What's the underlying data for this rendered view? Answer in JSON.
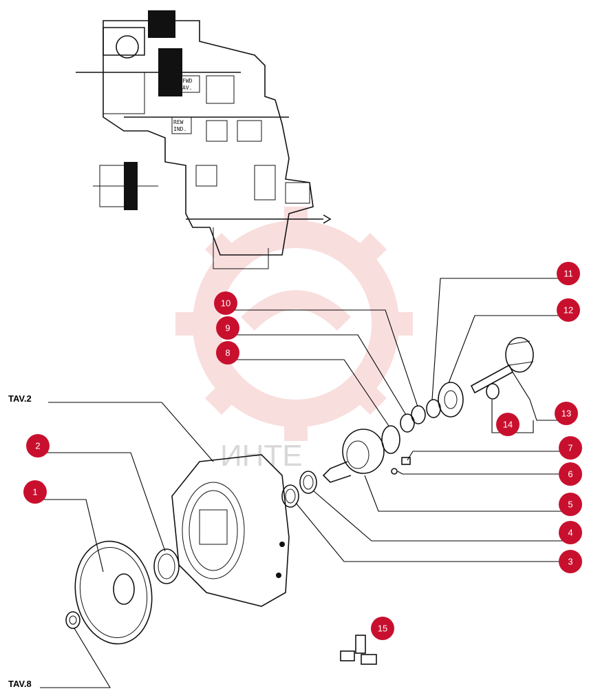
{
  "labels": {
    "tav2": "TAV.2",
    "tav8": "TAV.8",
    "watermark": "ИНТЕ",
    "inset_text_1": "FWD",
    "inset_text_2": "AV.",
    "inset_text_3": "REW",
    "inset_text_4": "IND."
  },
  "callouts": [
    "1",
    "2",
    "3",
    "4",
    "5",
    "6",
    "7",
    "8",
    "9",
    "10",
    "11",
    "12",
    "13",
    "14",
    "15"
  ],
  "colors": {
    "callout": "#c8102e",
    "watermark": "#f2b8b8",
    "line": "#111111"
  }
}
